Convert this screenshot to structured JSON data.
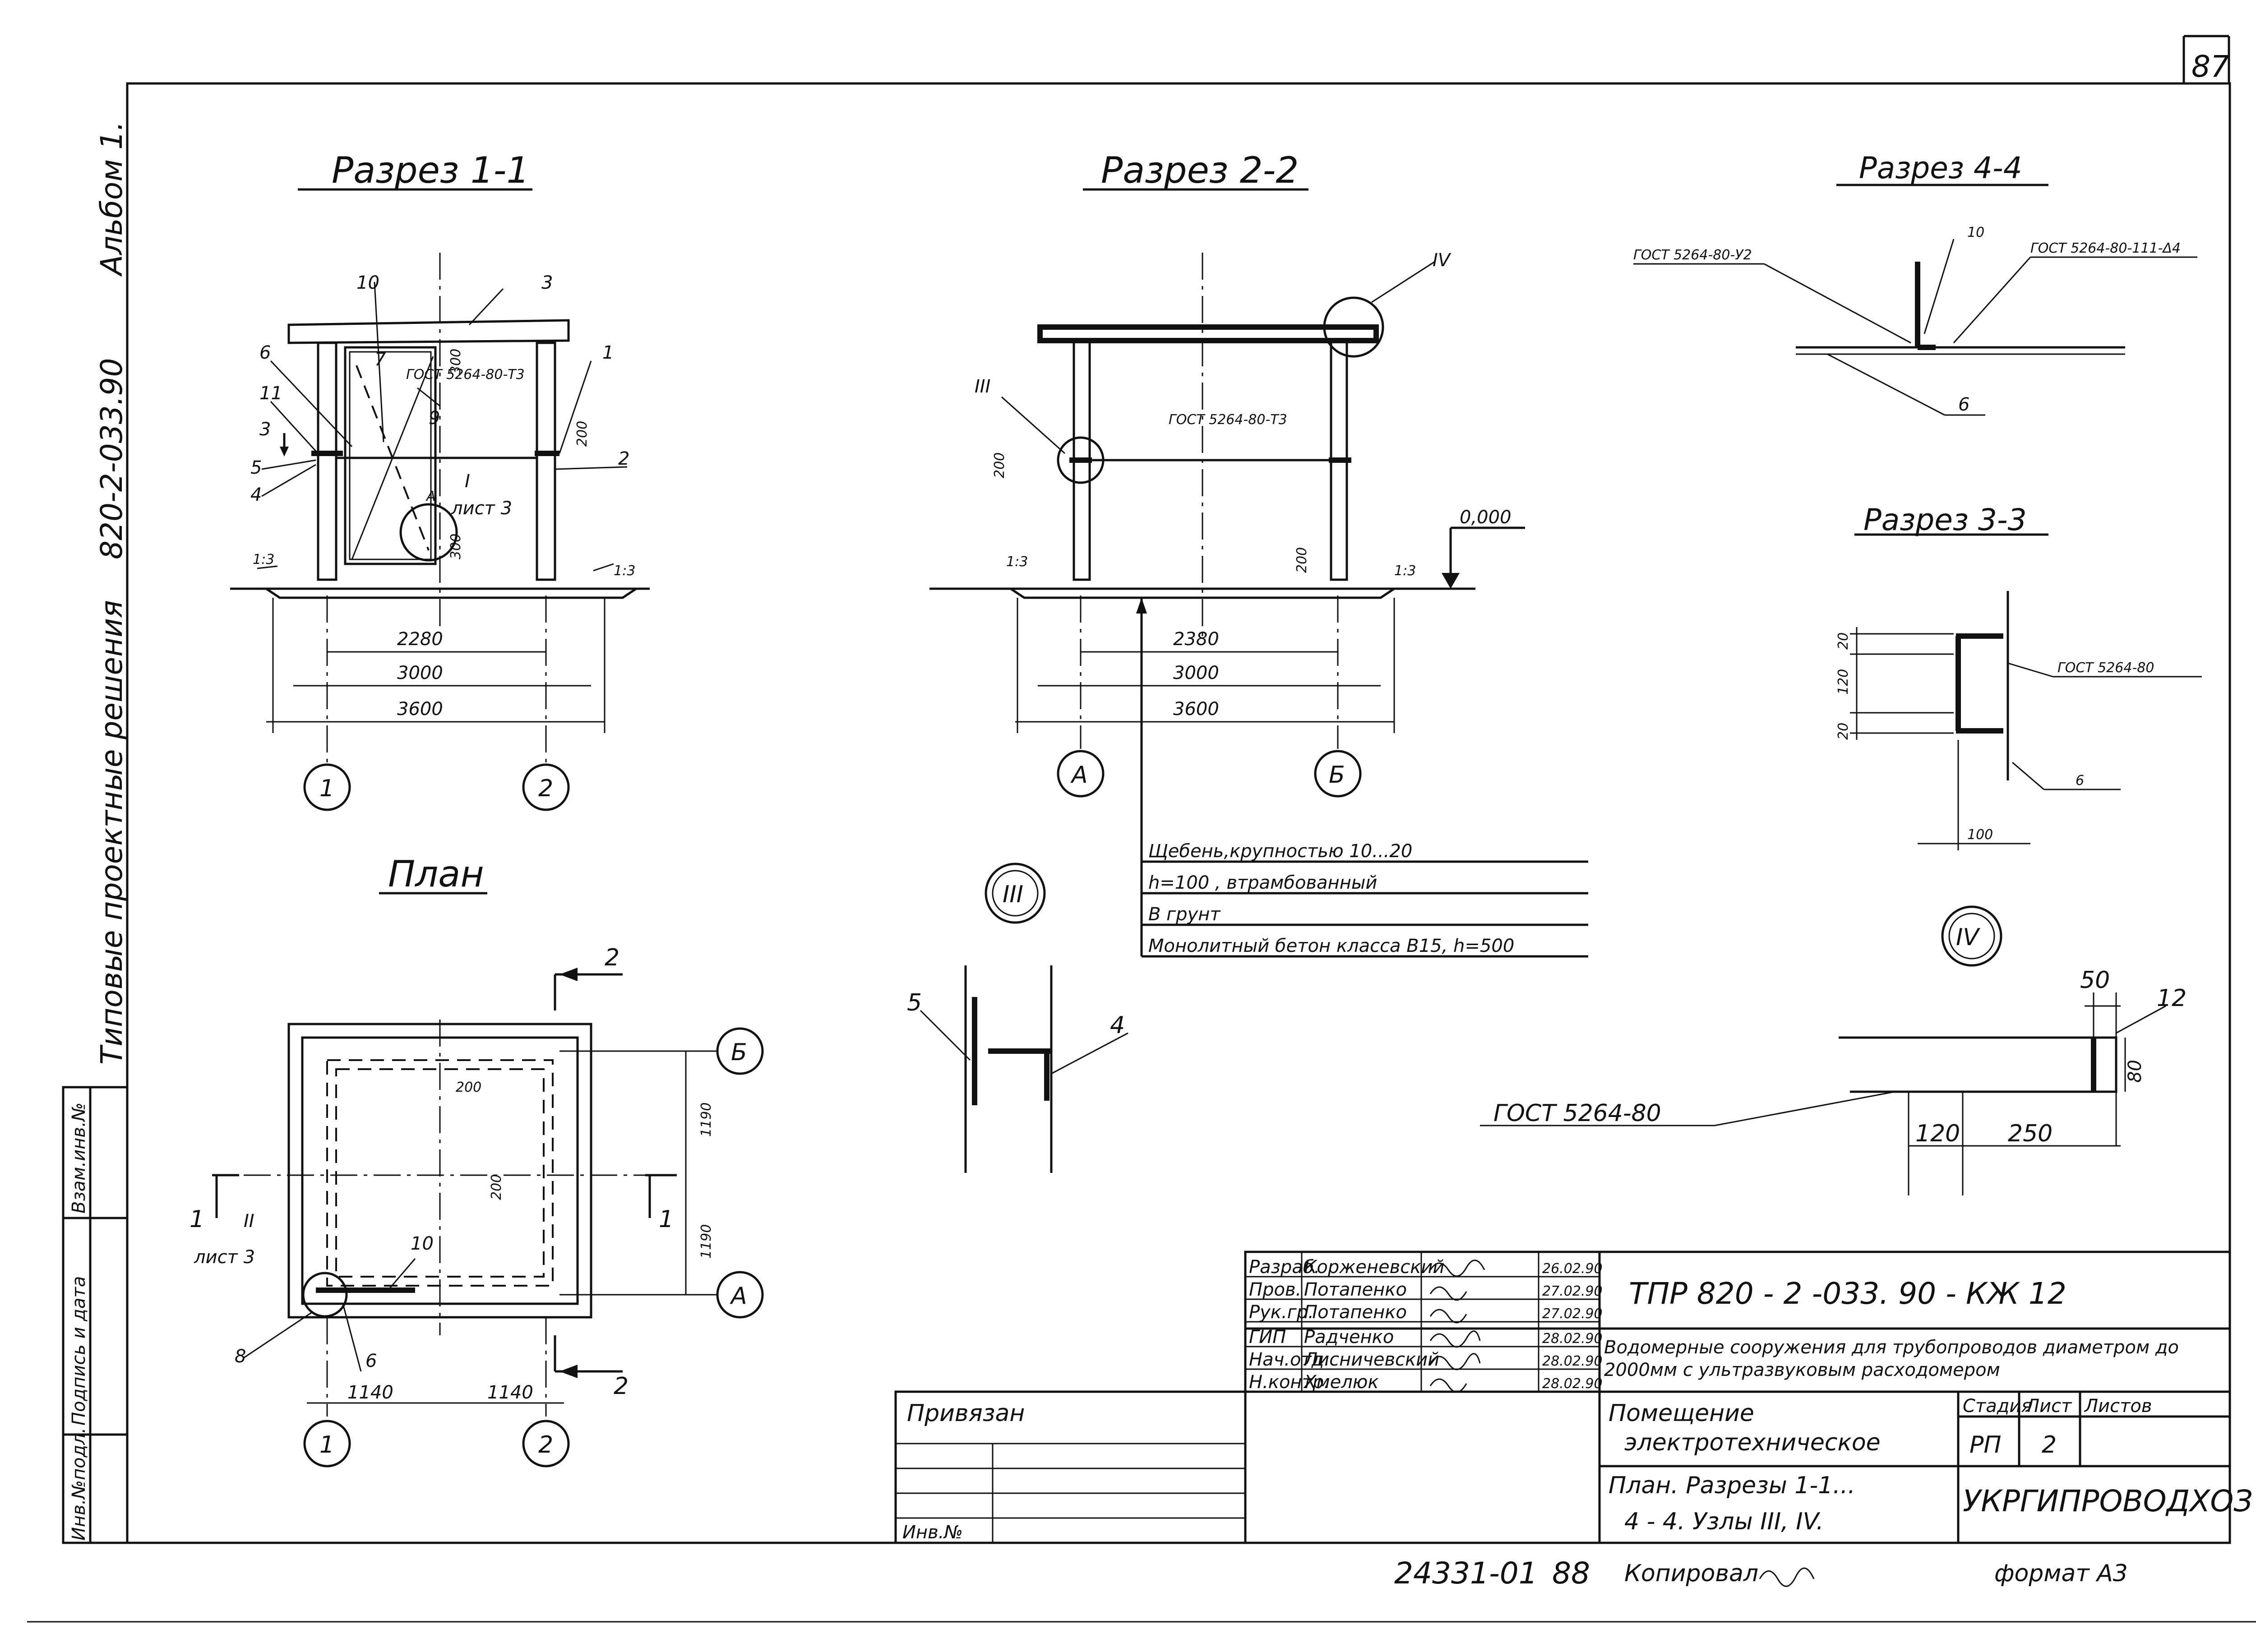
{
  "sheet_number": "87",
  "side": {
    "album": "Альбом 1.",
    "series_title": "Типовые проектные решения",
    "series_code": "820-2-033.90",
    "inv_orig": "Инв.№подл.",
    "sign_date": "Подпись и дата",
    "replace_inv": "Взам.инв.№"
  },
  "views": {
    "section_1_1": {
      "title": "Разрез 1-1",
      "gost_t3": "ГОСТ 5264-80-Т3",
      "node_ref_label": "I",
      "node_ref_sheet": "лист 3",
      "a_label": "А",
      "dim_300_top": "300",
      "dim_300_bottom": "300",
      "dim_200": "200",
      "slope_left": "1:3",
      "slope_right": "1:3",
      "dim_2280": "2280",
      "dim_3000": "3000",
      "dim_3600": "3600",
      "axis_1": "1",
      "axis_2": "2",
      "sec_3": "3",
      "leaders": [
        "10",
        "3",
        "1",
        "2",
        "7",
        "9",
        "6",
        "11",
        "5",
        "4",
        "3"
      ]
    },
    "section_2_2": {
      "title": "Разрез 2-2",
      "node_iv": "IV",
      "node_iii": "III",
      "gost_t3": "ГОСТ 5264-80-Т3",
      "dim_200_left": "200",
      "dim_200_right": "200",
      "level": "0,000",
      "slope_left": "1:3",
      "slope_right": "1:3",
      "dim_2380": "2380",
      "dim_3000": "3000",
      "dim_3600": "3600",
      "axis_a": "А",
      "axis_b": "Б"
    },
    "layers": [
      "Щебень,крупностью   10...20",
      "h=100 , втрамбованный",
      "В грунт",
      "Монолитный бетон класса B15, h=500"
    ],
    "section_4_4": {
      "title": "Разрез 4-4",
      "gost_left": "ГОСТ 5264-80-У2",
      "gost_right": "ГОСТ 5264-80-111-Δ4",
      "lbl_10": "10",
      "lbl_6": "6"
    },
    "section_3_3": {
      "title": "Разрез 3-3",
      "gost": "ГОСТ 5264-80",
      "dim_20_top": "20",
      "dim_120": "120",
      "dim_20_bottom": "20",
      "dim_100": "100",
      "lbl_6": "6"
    },
    "node_iii": {
      "title": "III",
      "lbl_5": "5",
      "lbl_4": "4"
    },
    "node_iv": {
      "title": "IV",
      "dim_50": "50",
      "lbl_12": "12",
      "dim_80": "80",
      "gost": "ГОСТ 5264-80",
      "dim_120": "120",
      "dim_250": "250"
    },
    "plan": {
      "title": "План",
      "sec_2_top": "2",
      "sec_2_bottom": "2",
      "sec_1_left": "1",
      "sec_1_right": "1",
      "node_ii": "II",
      "node_ii_sheet": "лист 3",
      "dim_200_a": "200",
      "dim_200_b": "200",
      "dim_1190_a": "1190",
      "dim_1190_b": "1190",
      "lbl_10": "10",
      "lbl_8": "8",
      "lbl_6": "6",
      "dim_1140_a": "1140",
      "dim_1140_b": "1140",
      "axis_b": "Б",
      "axis_a": "А",
      "axis_1": "1",
      "axis_2": "2"
    }
  },
  "title_block": {
    "rows": [
      {
        "role": "Разраб.",
        "name": "Корженевский",
        "date": "26.02.90"
      },
      {
        "role": "Пров.",
        "name": "Потапенко",
        "date": "27.02.90"
      },
      {
        "role": "Рук.гр.",
        "name": "Потапенко",
        "date": "27.02.90"
      },
      {
        "role": "ГИП",
        "name": "Радченко",
        "date": "28.02.90"
      },
      {
        "role": "Нач.отд.",
        "name": "Лисничевский",
        "date": "28.02.90"
      },
      {
        "role": "Н.контр.",
        "name": "Хмелюк",
        "date": "28.02.90"
      }
    ],
    "doc_code": "ТПР 820 - 2 -033. 90 - КЖ 12",
    "project_line1": "Водомерные сооружения для трубопроводов диаметром до",
    "project_line2": "2000мм с ультразвуковым расходомером",
    "object_line1": "Помещение",
    "object_line2": "электротехническое",
    "sheet_line1": "План.  Разрезы 1-1...",
    "sheet_line2": "4 - 4. Узлы III, IV.",
    "stage_hdr": "Стадия",
    "sheet_hdr": "Лист",
    "sheets_hdr": "Листов",
    "stage_val": "РП",
    "sheet_val": "2",
    "org": "УКРГИПРОВОДХОЗ",
    "privyazan": "Привязан",
    "inv_no": "Инв.№",
    "archive_no": "24331-01",
    "page_no": "88",
    "copied": "Копировал",
    "format": "формат А3"
  }
}
